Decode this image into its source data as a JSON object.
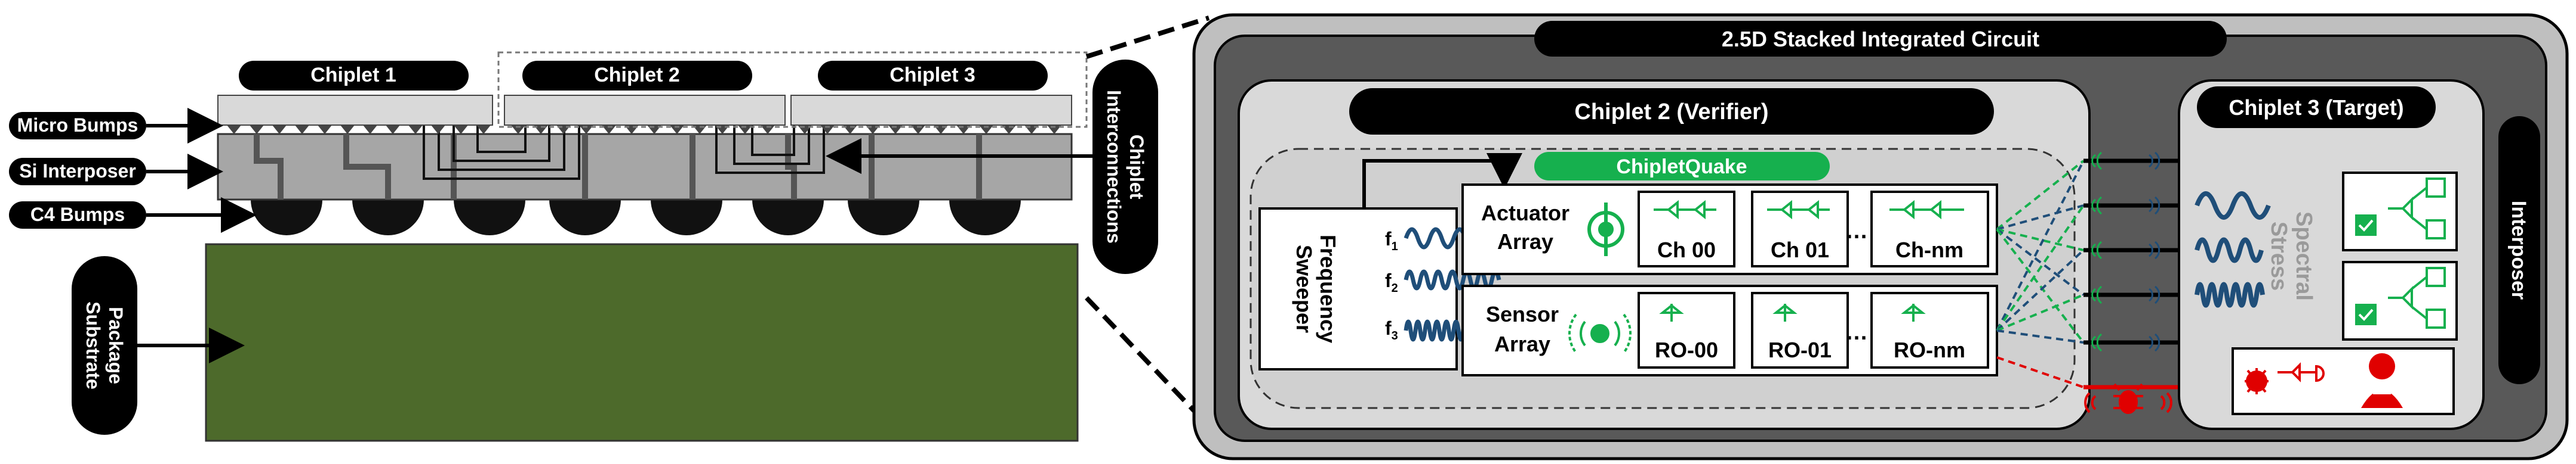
{
  "left": {
    "chiplets": [
      "Chiplet 1",
      "Chiplet 2",
      "Chiplet 3"
    ],
    "micro_bumps": "Micro Bumps",
    "si_interposer": "Si Interposer",
    "c4_bumps": "C4 Bumps",
    "package_substrate_l1": "Package",
    "package_substrate_l2": "Substrate",
    "chiplet_interconnections_l1": "Chiplet",
    "chiplet_interconnections_l2": "Interconnections"
  },
  "right": {
    "title": "2.5D Stacked Integrated Circuit",
    "verifier_title": "Chiplet 2 (Verifier)",
    "target_title": "Chiplet 3 (Target)",
    "interposer": "Interposer",
    "chipletquake": "ChipletQuake",
    "freq_sweeper_l1": "Frequency",
    "freq_sweeper_l2": "Sweeper",
    "f1": "f",
    "f1_sub": "1",
    "f2": "f",
    "f2_sub": "2",
    "f3": "f",
    "f3_sub": "3",
    "actuator_l1": "Actuator",
    "actuator_l2": "Array",
    "sensor_l1": "Sensor",
    "sensor_l2": "Array",
    "channels": [
      "Ch 00",
      "Ch 01",
      "Ch-nm"
    ],
    "ros": [
      "RO-00",
      "RO-01",
      "RO-nm"
    ],
    "ellipsis": "…",
    "spectral_l1": "Spectral",
    "spectral_l2": "Stress"
  },
  "colors": {
    "substrate": "#4d6a2b",
    "green": "#16b04e",
    "wave_blue": "#1f4e79",
    "red": "#e00000",
    "interposer_gray": "#a6a6a6",
    "dark_gray": "#595959"
  }
}
